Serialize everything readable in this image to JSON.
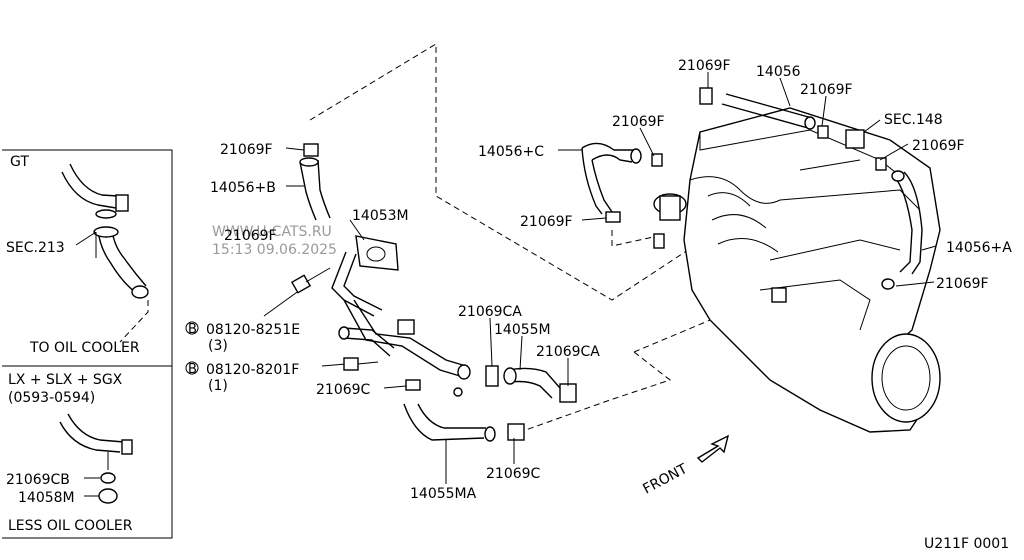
{
  "inset_top": {
    "variant": "GT",
    "section_ref": "SEC.213",
    "note": "TO OIL COOLER"
  },
  "inset_bottom": {
    "variant": "LX + SLX + SGX",
    "date_range": "(0593-0594)",
    "parts": [
      "21069CB",
      "14058M"
    ],
    "note": "LESS OIL COOLER"
  },
  "labels": {
    "clamp_f": "21069F",
    "hose_b": "14056+B",
    "hose_c": "14056+C",
    "hose_a": "14056+A",
    "hose_main": "14056",
    "sec_148": "SEC.148",
    "pipe": "14053M",
    "bolt1_no": "08120-8251E",
    "bolt1_qty": "(3)",
    "bolt2_no": "08120-8201F",
    "bolt2_qty": "(1)",
    "bolt_symbol": "B",
    "clamp_ca": "21069CA",
    "hose_55m": "14055M",
    "clamp_c": "21069C",
    "hose_55ma": "14055MA",
    "front": "FRONT"
  },
  "watermark": {
    "site": "WWW.U-CATS.RU",
    "timestamp": "15:13 09.06.2025"
  },
  "diagram_code": "U211F 0001"
}
